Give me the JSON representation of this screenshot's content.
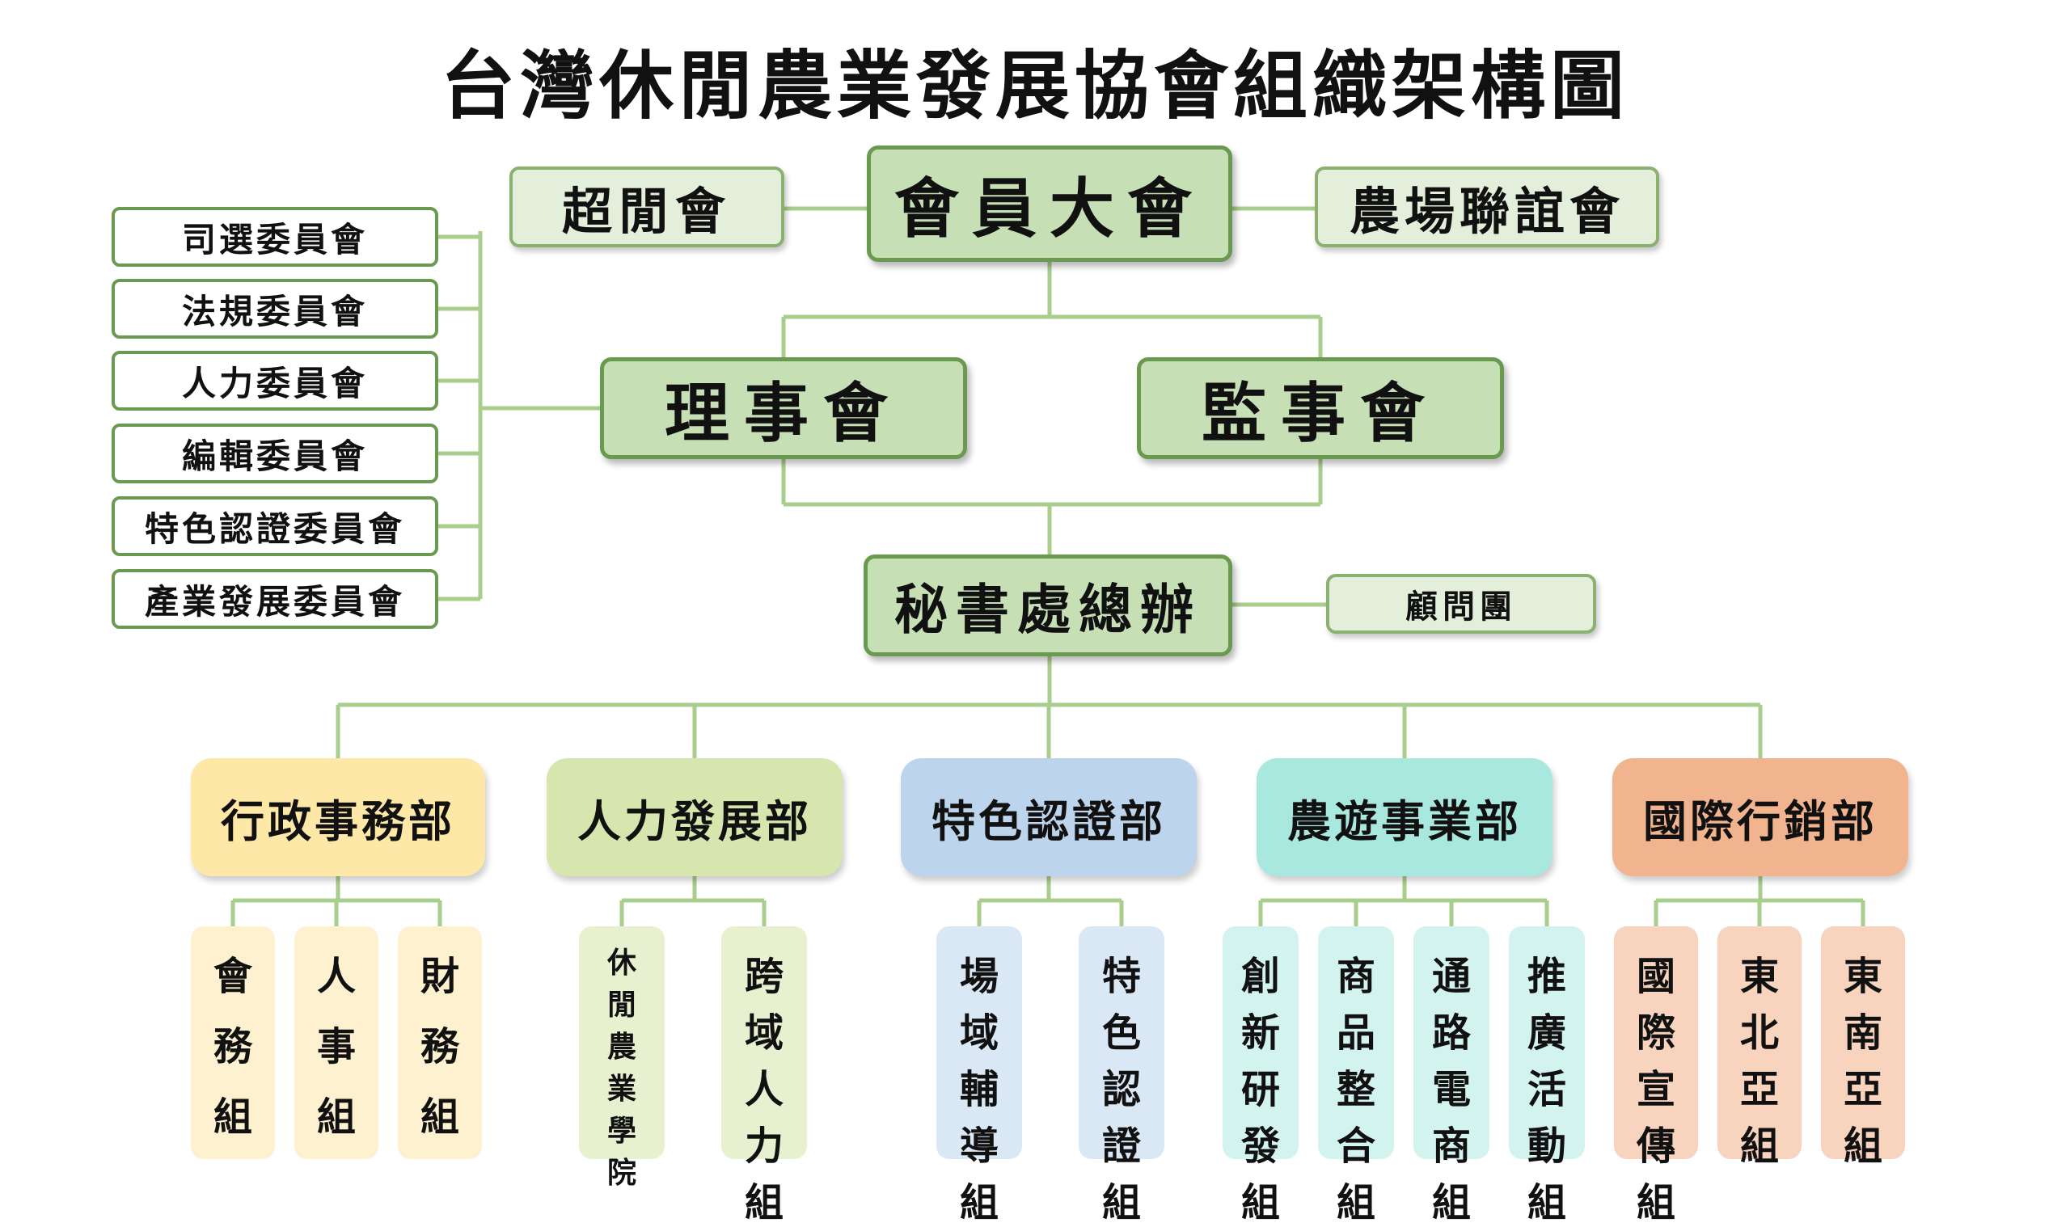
{
  "title": "台灣休閒農業發展協會組織架構圖",
  "top": {
    "general_assembly": "會員大會",
    "left_side": "超閒會",
    "right_side": "農場聯誼會"
  },
  "boards": {
    "directors": "理事會",
    "supervisors": "監事會"
  },
  "committees": [
    "司選委員會",
    "法規委員會",
    "人力委員會",
    "編輯委員會",
    "特色認證委員會",
    "產業發展委員會"
  ],
  "secretariat": "秘書處總辦",
  "advisors": "顧問團",
  "departments": [
    {
      "name": "行政事務部",
      "color": "#fde8a7",
      "sub_color": "#fdf1cf",
      "groups": [
        "會務組",
        "人事組",
        "財務組"
      ]
    },
    {
      "name": "人力發展部",
      "color": "#d7e6ae",
      "sub_color": "#e8f1cf",
      "groups": [
        "休閒農業學院",
        "跨域人力組"
      ]
    },
    {
      "name": "特色認證部",
      "color": "#bcd4ec",
      "sub_color": "#dae7f5",
      "groups": [
        "場域輔導組",
        "特色認證組"
      ]
    },
    {
      "name": "農遊事業部",
      "color": "#a9e8de",
      "sub_color": "#d3f3ee",
      "groups": [
        "創新研發組",
        "商品整合組",
        "通路電商組",
        "推廣活動組"
      ]
    },
    {
      "name": "國際行銷部",
      "color": "#f2b48e",
      "sub_color": "#f8d3bd",
      "groups": [
        "國際宣傳組",
        "東北亞組",
        "東南亞組"
      ]
    }
  ],
  "colors": {
    "line": "#a9cd8b",
    "box_border": "#6a9a50",
    "box_fill": "#c6dfb4"
  }
}
